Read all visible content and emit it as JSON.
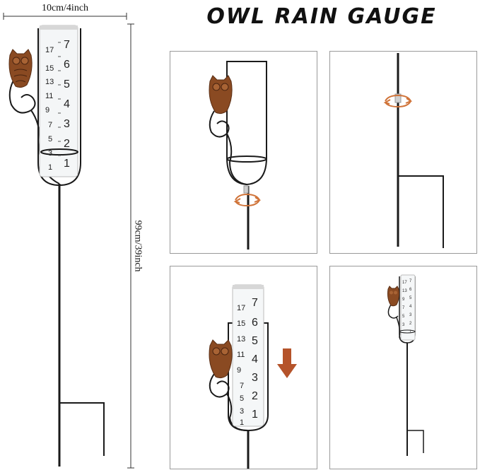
{
  "title": "OWL RAIN GAUGE",
  "dimensions": {
    "width_label": "10cm/4inch",
    "height_label": "99cm/39inch"
  },
  "gauge_scale": {
    "inch_marks": [
      "1",
      "2",
      "3",
      "4",
      "5",
      "6",
      "7"
    ],
    "mm_marks": [
      "1",
      "3",
      "5",
      "7",
      "9",
      "11",
      "13",
      "15",
      "17"
    ]
  },
  "panels": [
    {
      "name": "owl-holder-twist-panel",
      "shows": "holder frame with rotate arrow"
    },
    {
      "name": "stake-twist-panel",
      "shows": "stake with rotate arrow"
    },
    {
      "name": "insert-tube-panel",
      "shows": "tube inserted into holder with down arrow"
    },
    {
      "name": "assembled-panel",
      "shows": "fully assembled gauge"
    }
  ],
  "colors": {
    "frame": "#1a1a1a",
    "owl_bronze": "#8a4a22",
    "rotate_arrow": "#d0743a",
    "down_arrow": "#b5532a",
    "tube": "#c8c8c8"
  }
}
